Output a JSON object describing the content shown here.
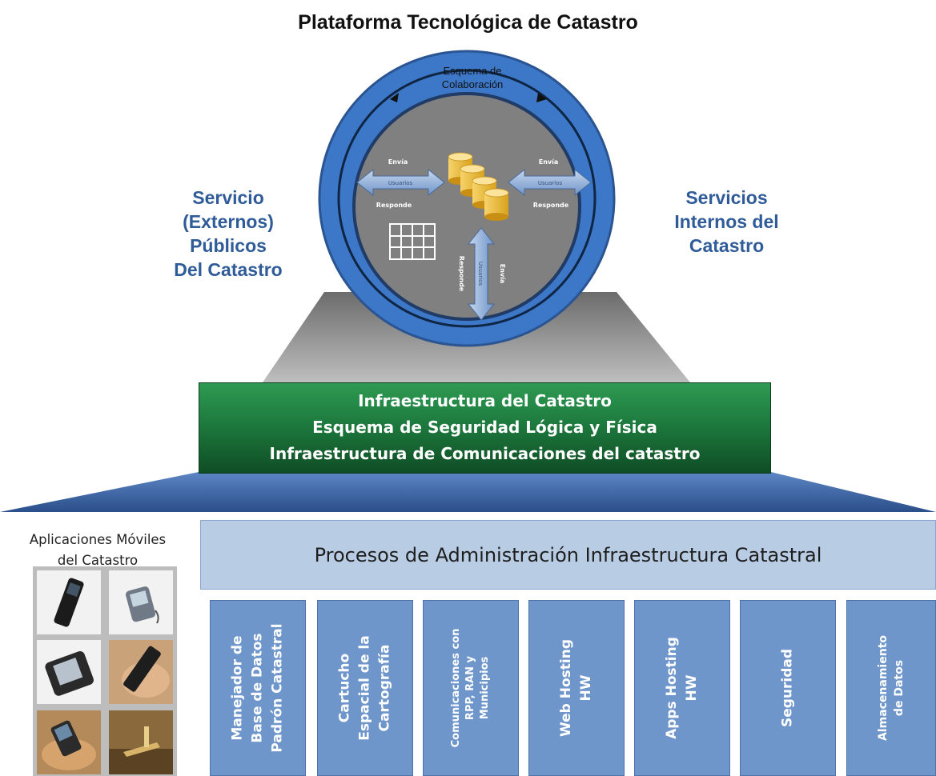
{
  "title": "Plataforma Tecnológica de Catastro",
  "circle": {
    "collab_line1": "Esquema de",
    "collab_line2": "Colaboración",
    "left_top": "Envía",
    "left_mid": "Usuarios",
    "left_bottom": "Responde",
    "right_top": "Envía",
    "right_mid": "Usuarios",
    "right_bottom": "Responde",
    "bottom_left": "Responde",
    "bottom_mid": "Usuarios",
    "bottom_right": "Envía"
  },
  "left_label": [
    "Servicio",
    "(Externos)",
    "Públicos",
    "Del Catastro"
  ],
  "right_label": [
    "Servicios",
    "Internos del",
    "Catastro"
  ],
  "infra": [
    "Infraestructura del Catastro",
    "Esquema de Seguridad Lógica y Física",
    "Infraestructura de Comunicaciones del catastro"
  ],
  "mobile": {
    "title": [
      "Aplicaciones Móviles",
      "del Catastro"
    ],
    "icons": [
      "mobile-phone-icon",
      "pda-icon",
      "tablet-device-icon",
      "phone-in-hand-icon",
      "handheld-device-icon",
      "office-photo-icon"
    ]
  },
  "processes_title": "Procesos de Administración Infraestructura Catastral",
  "components": [
    {
      "lines": [
        "Manejador de",
        "Base de Datos",
        "Padrón Catastral"
      ]
    },
    {
      "lines": [
        "Cartucho",
        "Espacial de la",
        "Cartografía"
      ]
    },
    {
      "lines": [
        "Comunicaciones con",
        "RPP, RAN y",
        "Municipios"
      ]
    },
    {
      "lines": [
        "Web Hosting",
        "HW"
      ]
    },
    {
      "lines": [
        "Apps Hosting",
        "HW"
      ]
    },
    {
      "lines": [
        "Seguridad"
      ]
    },
    {
      "lines": [
        "Almacenamiento",
        "de Datos"
      ]
    }
  ],
  "colors": {
    "ring_blue": "#3d77c7",
    "inner_gray": "#808080",
    "infra_green": "#1d7a3e",
    "label_blue": "#2f5b99",
    "process_light": "#b8cce4",
    "component_blue": "#6f96cb",
    "database_gold": "#f2c23a"
  }
}
